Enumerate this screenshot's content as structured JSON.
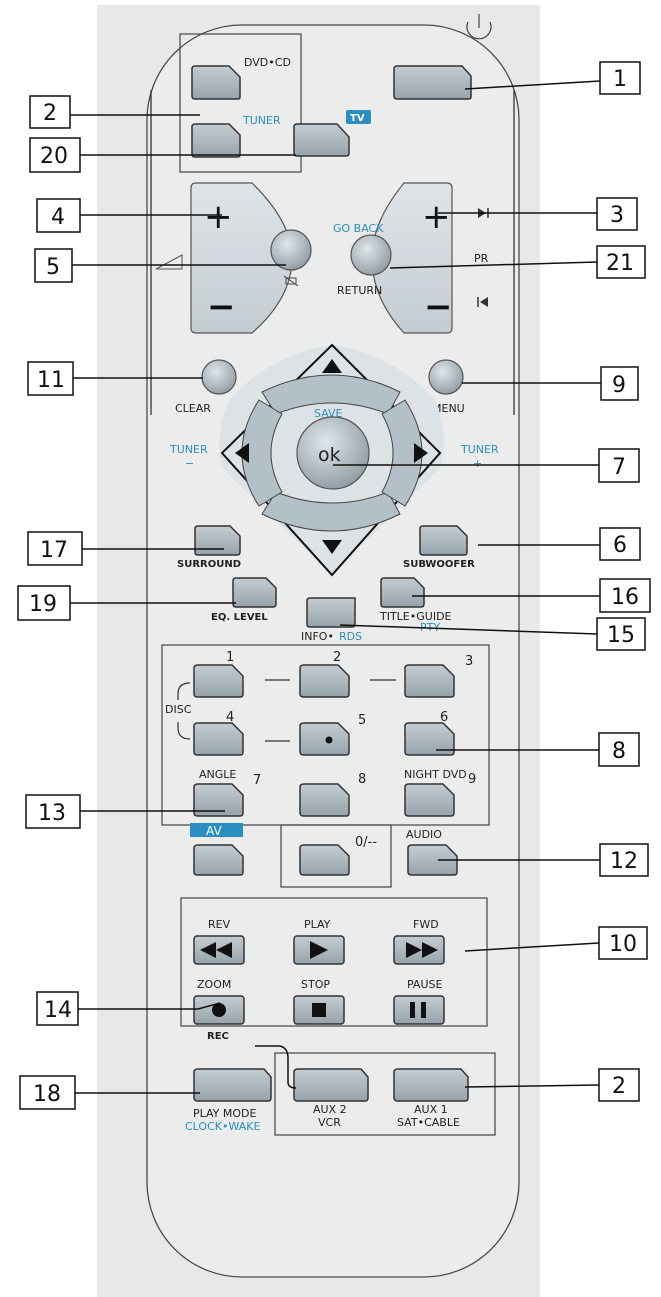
{
  "top": {
    "dvd_cd": "DVD•CD",
    "tuner": "TUNER",
    "tv_badge": "TV"
  },
  "volume": {
    "plus": "+",
    "minus": "−"
  },
  "program": {
    "plus": "+",
    "minus": "−",
    "go_back": "GO BACK",
    "return": "RETURN",
    "pr": "PR"
  },
  "nav": {
    "clear": "CLEAR",
    "menu": "MENU",
    "save": "SAVE",
    "ok": "ok",
    "tuner_minus_label": "TUNER",
    "tuner_minus_sign": "−",
    "tuner_plus_label": "TUNER",
    "tuner_plus_sign": "+"
  },
  "mid": {
    "surround": "SURROUND",
    "subwoofer": "SUBWOOFER",
    "eq_level": "EQ. LEVEL",
    "title_guide": "TITLE•GUIDE",
    "pty": "PTY",
    "info": "INFO•",
    "rds": "RDS"
  },
  "keypad": {
    "disc": "DISC",
    "k1": "1",
    "k2": "2",
    "k3": "3",
    "k4": "4",
    "k5": "5",
    "k6": "6",
    "k7": "7",
    "k8": "8",
    "k9": "9",
    "angle": "ANGLE",
    "night_dvd": "NIGHT DVD",
    "av": "AV",
    "zero": "0/--",
    "audio": "AUDIO"
  },
  "transport": {
    "rev": "REV",
    "play": "PLAY",
    "fwd": "FWD",
    "zoom": "ZOOM",
    "stop": "STOP",
    "pause": "PAUSE",
    "rec": "REC"
  },
  "bottom": {
    "play_mode": "PLAY MODE",
    "clock_wake": "CLOCK•WAKE",
    "aux2": "AUX 2",
    "vcr": "VCR",
    "aux1": "AUX 1",
    "sat_cable": "SAT•CABLE"
  },
  "callouts": {
    "c1": "1",
    "c2a": "2",
    "c20": "20",
    "c4": "4",
    "c3": "3",
    "c5": "5",
    "c21": "21",
    "c11": "11",
    "c9": "9",
    "c7": "7",
    "c17": "17",
    "c6": "6",
    "c19": "19",
    "c16": "16",
    "c15": "15",
    "c8": "8",
    "c13": "13",
    "c12": "12",
    "c10": "10",
    "c14": "14",
    "c18": "18",
    "c2b": "2"
  }
}
